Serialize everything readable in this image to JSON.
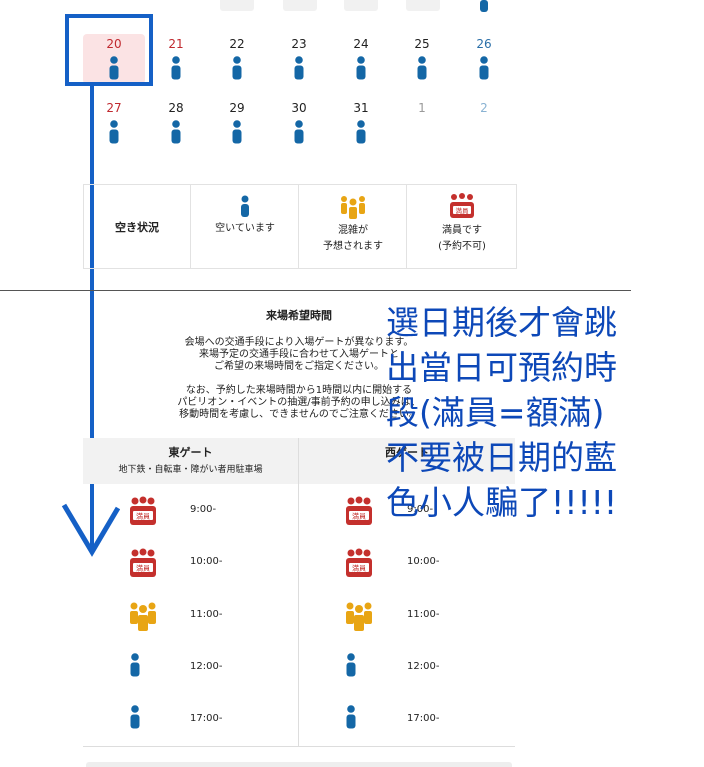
{
  "calendar": {
    "week1": [
      {
        "day": "20",
        "color": "#c0292f",
        "status": "available",
        "selected": true
      },
      {
        "day": "21",
        "color": "#c0292f",
        "status": "available"
      },
      {
        "day": "22",
        "color": "#222222",
        "status": "available"
      },
      {
        "day": "23",
        "color": "#222222",
        "status": "available"
      },
      {
        "day": "24",
        "color": "#222222",
        "status": "available"
      },
      {
        "day": "25",
        "color": "#222222",
        "status": "available"
      },
      {
        "day": "26",
        "color": "#2a6fa8",
        "status": "available"
      }
    ],
    "week2": [
      {
        "day": "27",
        "color": "#c0292f",
        "status": "available"
      },
      {
        "day": "28",
        "color": "#222222",
        "status": "available"
      },
      {
        "day": "29",
        "color": "#222222",
        "status": "available"
      },
      {
        "day": "30",
        "color": "#222222",
        "status": "available"
      },
      {
        "day": "31",
        "color": "#222222",
        "status": "available"
      },
      {
        "day": "1",
        "color": "#9a9a9a",
        "status": "none"
      },
      {
        "day": "2",
        "color": "#8ab3d3",
        "status": "none"
      }
    ]
  },
  "legend": {
    "title": "空き状況",
    "available": "空いています",
    "crowded_1": "混雑が",
    "crowded_2": "予想されます",
    "full_1": "満員です",
    "full_2": "(予約不可)",
    "full_badge": "満員"
  },
  "entry": {
    "title": "来場希望時間",
    "notice1": [
      "会場への交通手段により入場ゲートが異なります。",
      "来場予定の交通手段に合わせて入場ゲートと",
      "ご希望の来場時間をご指定ください。"
    ],
    "notice2": [
      "なお、予約した来場時間から1時間以内に開始する",
      "パビリオン・イベントの抽選/事前予約の申し込みは、",
      "移動時間を考慮し、できませんのでご注意ください。"
    ]
  },
  "gates": {
    "east": {
      "name": "東ゲート",
      "sub": "地下鉄・自転車・障がい者用駐車場"
    },
    "west": {
      "name": "西ゲート"
    }
  },
  "slots": [
    {
      "time": "9:00-",
      "east": "full",
      "west": "full"
    },
    {
      "time": "10:00-",
      "east": "full",
      "west": "full"
    },
    {
      "time": "11:00-",
      "east": "crowded",
      "west": "crowded"
    },
    {
      "time": "12:00-",
      "east": "available",
      "west": "available"
    },
    {
      "time": "17:00-",
      "east": "available",
      "west": "available"
    }
  ],
  "annotation": {
    "lines": [
      "選日期後才會跳",
      "出當日可預約時",
      "段(滿員=額滿)",
      "不要被日期的藍",
      "色小人騙了!!!!!"
    ]
  },
  "colors": {
    "available": "#1467a6",
    "crowded": "#e8a514",
    "full": "#c4302d",
    "annotation": "#0d48b8"
  }
}
